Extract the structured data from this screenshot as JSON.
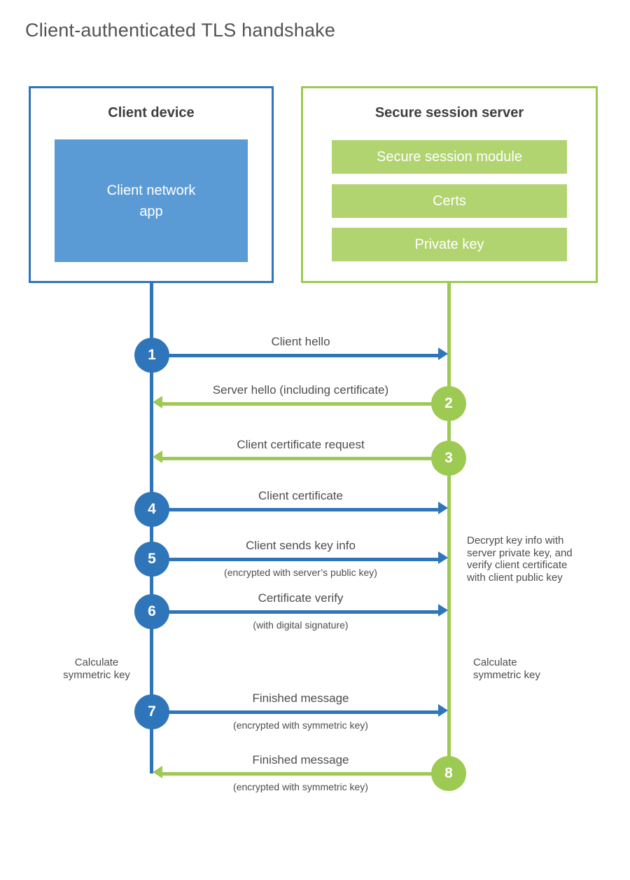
{
  "title": "Client-authenticated TLS handshake",
  "client_box": {
    "title": "Client device",
    "app": "Client network\napp"
  },
  "server_box": {
    "title": "Secure session server",
    "modules": [
      "Secure session module",
      "Certs",
      "Private key"
    ]
  },
  "steps": [
    {
      "num": "1",
      "direction": "client-to-server",
      "label": "Client hello",
      "sub": ""
    },
    {
      "num": "2",
      "direction": "server-to-client",
      "label": "Server hello (including certificate)",
      "sub": ""
    },
    {
      "num": "3",
      "direction": "server-to-client",
      "label": "Client certificate request",
      "sub": ""
    },
    {
      "num": "4",
      "direction": "client-to-server",
      "label": "Client certificate",
      "sub": ""
    },
    {
      "num": "5",
      "direction": "client-to-server",
      "label": "Client sends key info",
      "sub": "(encrypted with server’s public key)"
    },
    {
      "num": "6",
      "direction": "client-to-server",
      "label": "Certificate verify",
      "sub": "(with digital signature)"
    },
    {
      "num": "7",
      "direction": "client-to-server",
      "label": "Finished message",
      "sub": "(encrypted with symmetric key)"
    },
    {
      "num": "8",
      "direction": "server-to-client",
      "label": "Finished message",
      "sub": "(encrypted with symmetric key)"
    }
  ],
  "notes": {
    "decrypt": "Decrypt key info with\nserver private key, and\nverify client certificate\nwith client public key",
    "calc_left": "Calculate\nsymmetric key",
    "calc_right": "Calculate\nsymmetric key"
  },
  "colors": {
    "blue": "#2e75ba",
    "blue_light": "#5b9bd5",
    "green": "#9dca52",
    "green_light": "#b2d470"
  }
}
